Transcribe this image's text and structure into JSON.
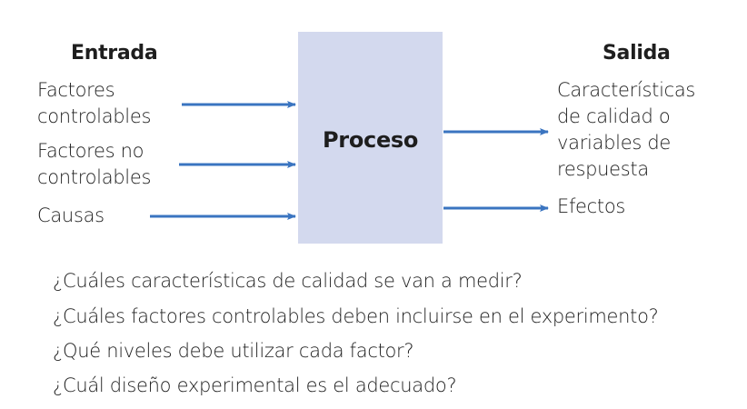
{
  "input": {
    "title": "Entrada",
    "items": [
      "Factores",
      "controlables",
      "Factores no",
      "controlables",
      "Causas"
    ]
  },
  "process": {
    "label": "Proceso"
  },
  "output": {
    "title": "Salida",
    "items": [
      "Características",
      "de calidad o",
      "variables de",
      "respuesta",
      "Efectos"
    ]
  },
  "questions": [
    "¿Cuáles características de calidad se van a medir?",
    "¿Cuáles factores controlables deben incluirse en el experimento?",
    "¿Qué niveles debe utilizar cada factor?",
    "¿Cuál diseño experimental es el adecuado?"
  ],
  "colors": {
    "arrow": "#3a74c0",
    "box": "#d3d9ee"
  }
}
